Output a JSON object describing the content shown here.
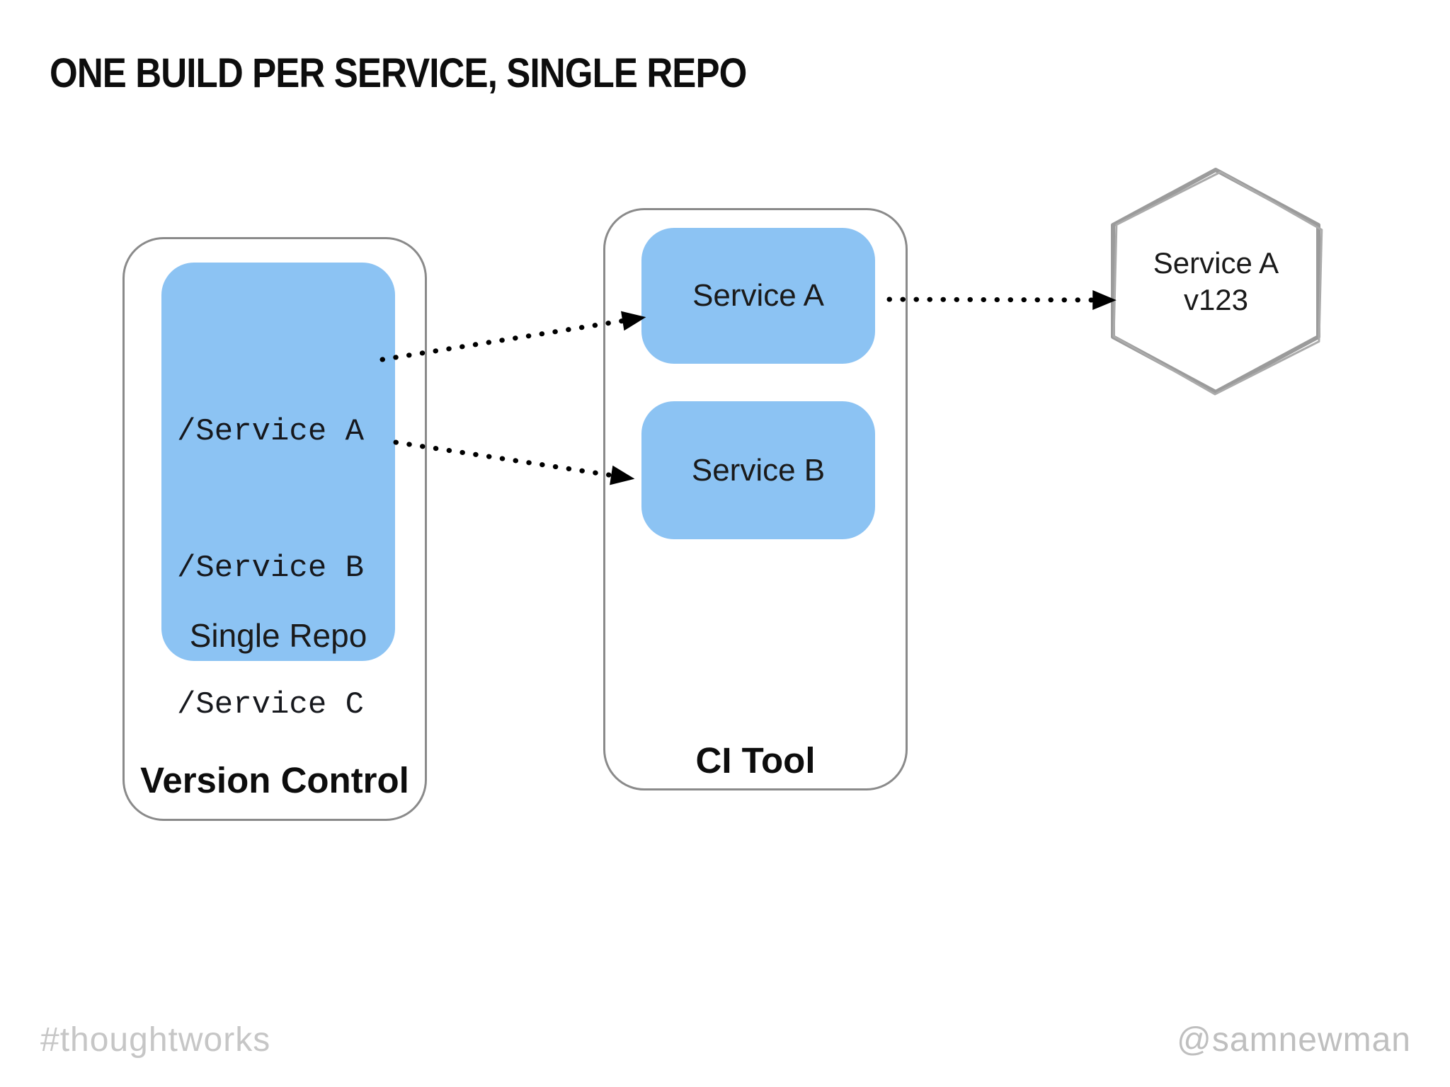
{
  "title": "ONE BUILD PER SERVICE, SINGLE REPO",
  "colors": {
    "service_fill": "#8CC3F3",
    "container_border": "#8a8a8a",
    "hexagon_border": "#9b9b9b",
    "arrow": "#000000",
    "footer_left_text": "#c6c6c6",
    "footer_right_text": "#bfbfbf"
  },
  "version_control": {
    "label": "Version Control",
    "repo": {
      "label": "Single Repo",
      "paths": [
        "/Service A",
        "/Service B",
        "/Service C"
      ]
    }
  },
  "ci_tool": {
    "label": "CI Tool",
    "builds": [
      {
        "label": "Service A"
      },
      {
        "label": "Service B"
      }
    ]
  },
  "artifact": {
    "name": "Service A",
    "version": "v123"
  },
  "footer": {
    "left": "#thoughtworks",
    "right": "@samnewman"
  }
}
